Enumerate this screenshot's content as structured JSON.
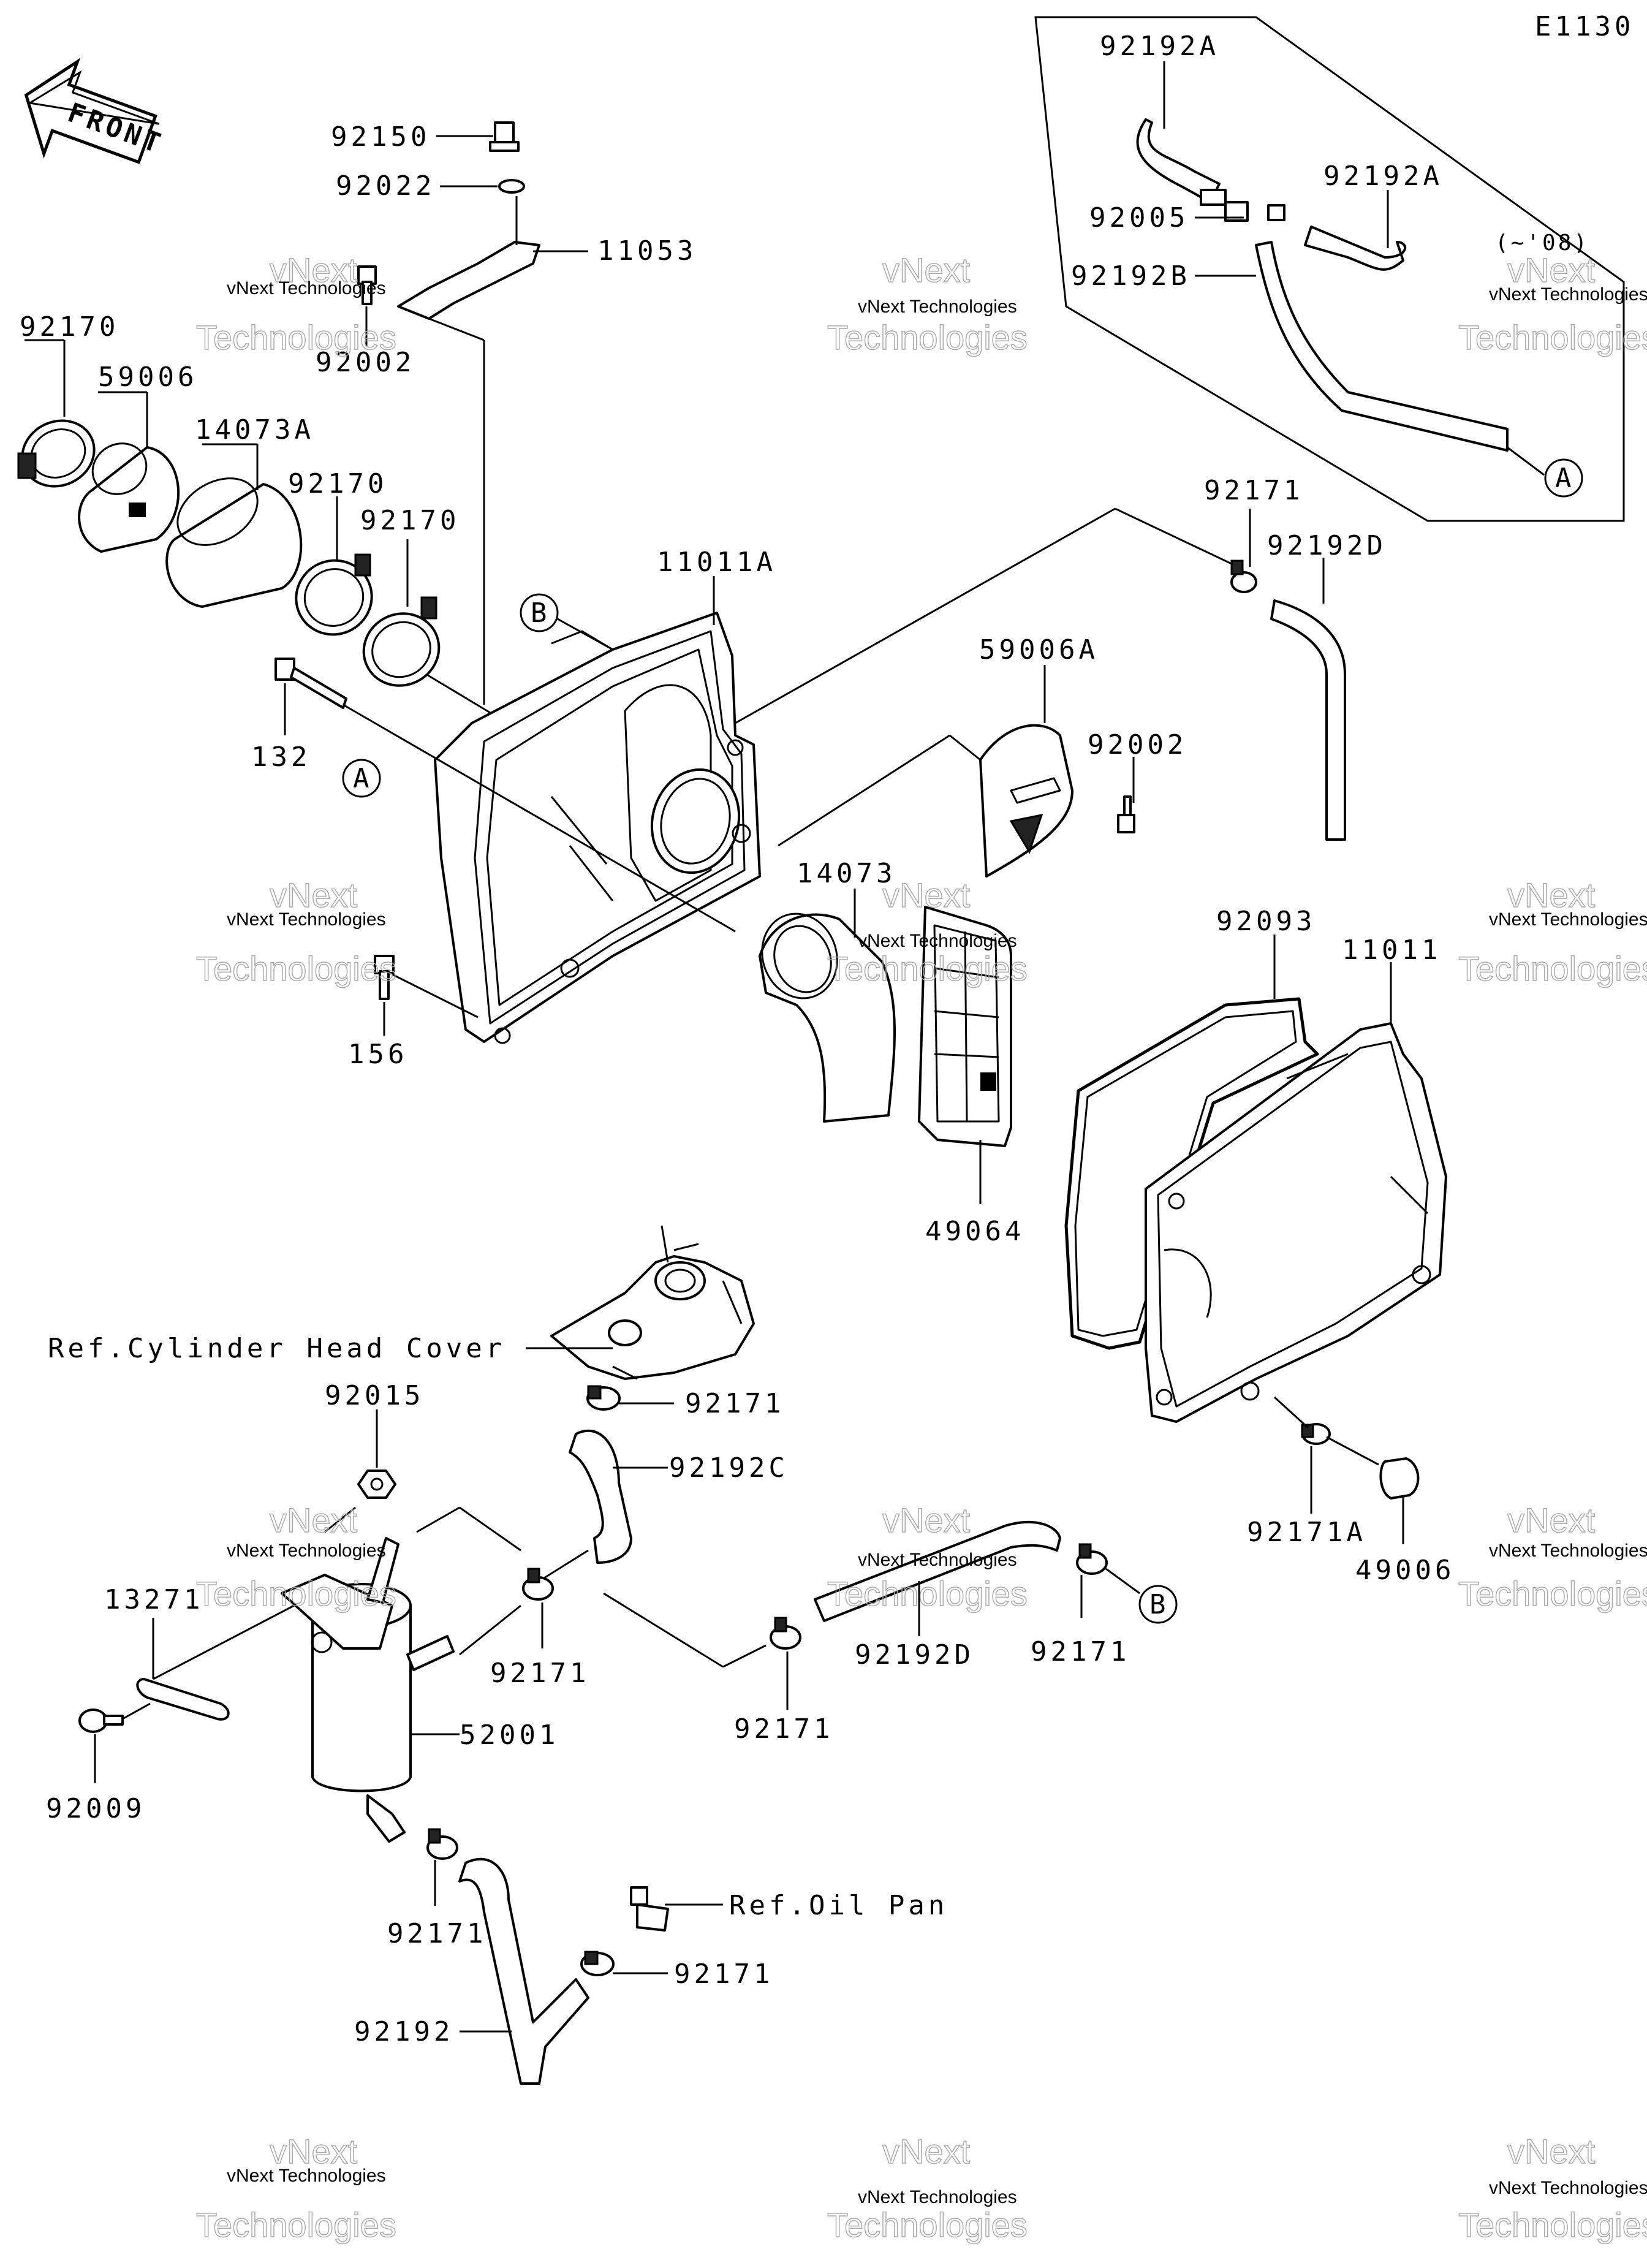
{
  "diagram": {
    "code": "E1130",
    "front_label": "FRONT",
    "variant_note": "(~'08)",
    "watermark_small": "vNext Technologies",
    "watermark_large": "Technologies",
    "watermark_top": "vNext",
    "ref_labels": {
      "cylinder_head_cover": "Ref.Cylinder Head Cover",
      "oil_pan": "Ref.Oil Pan"
    },
    "markers": {
      "a": "A",
      "b": "B"
    },
    "part_numbers": {
      "p92150": "92150",
      "p92022": "92022",
      "p11053": "11053",
      "p92002_top": "92002",
      "p92170_left": "92170",
      "p59006": "59006",
      "p14073A": "14073A",
      "p92170_mid1": "92170",
      "p92170_mid2": "92170",
      "p11011A": "11011A",
      "p132": "132",
      "p156": "156",
      "p92192A_1": "92192A",
      "p92192A_2": "92192A",
      "p92005": "92005",
      "p92192B": "92192B",
      "p92171_top": "92171",
      "p92192D_top": "92192D",
      "p59006A": "59006A",
      "p92002_mid": "92002",
      "p14073": "14073",
      "p92093": "92093",
      "p11011": "11011",
      "p49064": "49064",
      "p92015": "92015",
      "p92171_hc": "92171",
      "p92192C": "92192C",
      "p13271": "13271",
      "p92171_c1": "92171",
      "p92171_c2": "92171",
      "p92192D_bot": "92192D",
      "p92171_b": "92171",
      "p92171A": "92171A",
      "p49006": "49006",
      "p52001": "52001",
      "p92009": "92009",
      "p92171_low": "92171",
      "p92171_oil": "92171",
      "p92192": "92192"
    }
  }
}
